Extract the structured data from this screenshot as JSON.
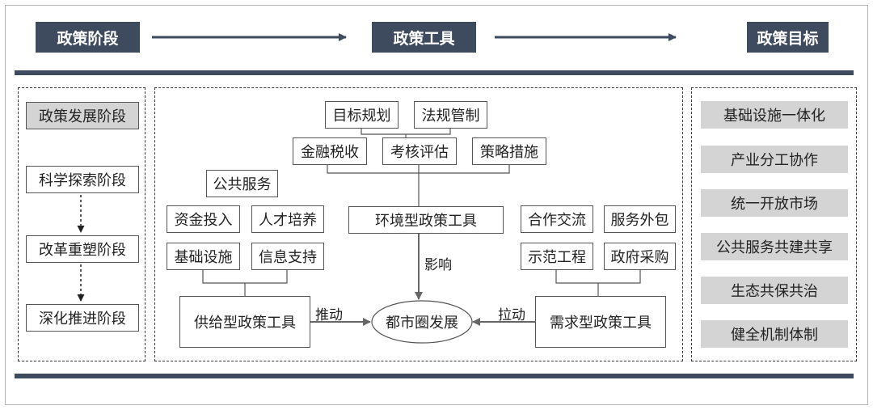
{
  "header": {
    "stage": "政策阶段",
    "tools": "政策工具",
    "goals": "政策目标"
  },
  "stages": {
    "current": "政策发展阶段",
    "steps": [
      "科学探索阶段",
      "改革重塑阶段",
      "深化推进阶段"
    ]
  },
  "tools": {
    "environment": {
      "top_row": [
        "目标规划",
        "法规管制"
      ],
      "mid_row": [
        "金融税收",
        "考核评估",
        "策略措施"
      ],
      "title": "环境型政策工具",
      "link_label": "影响"
    },
    "supply": {
      "extra": "公共服务",
      "items": [
        "资金投入",
        "人才培养",
        "基础设施",
        "信息支持"
      ],
      "title": "供给型政策工具",
      "link_label": "推动"
    },
    "demand": {
      "items": [
        "合作交流",
        "服务外包",
        "示范工程",
        "政府采购"
      ],
      "title": "需求型政策工具",
      "link_label": "拉动"
    },
    "center": "都市圈发展"
  },
  "goals": [
    "基础设施一体化",
    "产业分工协作",
    "统一开放市场",
    "公共服务共建共享",
    "生态共保共治",
    "健全机制体制"
  ],
  "colors": {
    "header_bg": "#3e4a5e",
    "grey_box": "#d4d4d4"
  }
}
